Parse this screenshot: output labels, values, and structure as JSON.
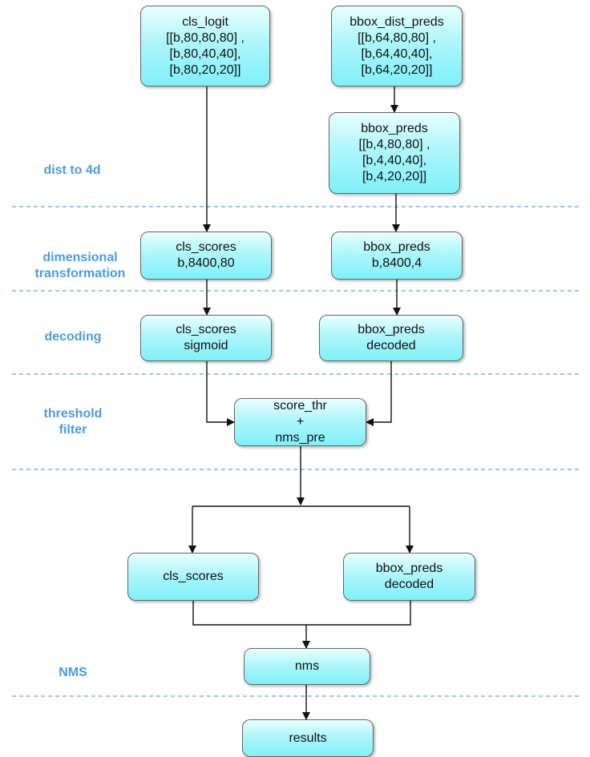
{
  "nodes": {
    "cls_logit": {
      "lines": [
        "cls_logit",
        "[[b,80,80,80] ,",
        "[b,80,40,40],",
        "[b,80,20,20]]"
      ]
    },
    "bbox_dist_preds": {
      "lines": [
        "bbox_dist_preds",
        "[[b,64,80,80] ,",
        "[b,64,40,40],",
        "[b,64,20,20]]"
      ]
    },
    "bbox_preds_4d": {
      "lines": [
        "bbox_preds",
        "[[b,4,80,80] ,",
        "[b,4,40,40],",
        "[b,4,20,20]]"
      ]
    },
    "cls_scores_flat": {
      "lines": [
        "cls_scores",
        "b,8400,80"
      ]
    },
    "bbox_preds_flat": {
      "lines": [
        "bbox_preds",
        "b,8400,4"
      ]
    },
    "cls_scores_sigmoid": {
      "lines": [
        "cls_scores",
        "sigmoid"
      ]
    },
    "bbox_preds_decoded": {
      "lines": [
        "bbox_preds",
        "decoded"
      ]
    },
    "threshold": {
      "lines": [
        "score_thr",
        "+",
        "nms_pre"
      ]
    },
    "cls_scores_final": {
      "lines": [
        "cls_scores"
      ]
    },
    "bbox_preds_final": {
      "lines": [
        "bbox_preds",
        "decoded"
      ]
    },
    "nms": {
      "lines": [
        "nms"
      ]
    },
    "results": {
      "lines": [
        "results"
      ]
    }
  },
  "stages": {
    "dist_to_4d": {
      "lines": [
        "dist to 4d"
      ]
    },
    "dimensional_transformation": {
      "lines": [
        "dimensional",
        "transformation"
      ]
    },
    "decoding": {
      "lines": [
        "decoding"
      ]
    },
    "threshold_filter": {
      "lines": [
        "threshold",
        "filter"
      ]
    },
    "nms": {
      "lines": [
        "NMS"
      ]
    }
  },
  "colors": {
    "stage_label": "#4a9be8",
    "separator": "#5aa6e6",
    "node_fill_top": "#e9ffff",
    "node_fill_bottom": "#7ff0f8",
    "node_border": "#666666",
    "connector": "#111111"
  }
}
